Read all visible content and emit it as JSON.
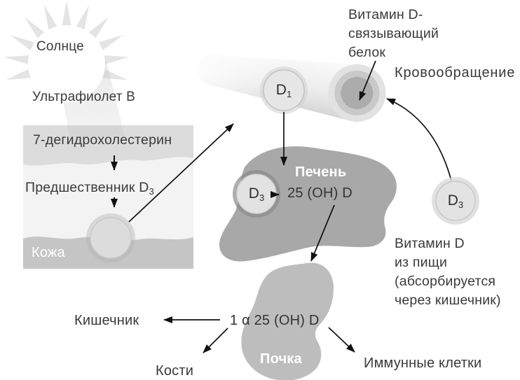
{
  "colors": {
    "text": "#3a3a3a",
    "arrow": "#111111",
    "sun_ray": "#e4e4e4",
    "skin_top_layer": "#dcdcdc",
    "skin_mid_layer": "#f3f3f3",
    "skin_deep_layer": "#c5c5c5",
    "liver": "#a8a8a8",
    "kidney": "#bdbdbd",
    "vitamin_circle": "#e3e3e3",
    "binding_protein": "#acacac",
    "white_label": "#ffffff"
  },
  "sun": {
    "label": "Солнце"
  },
  "uv": {
    "label": "Ультрафиолет B"
  },
  "skin": {
    "compound": "7-дегидрохолестерин",
    "precursor_main": "Предшественник D",
    "precursor_sub": "3",
    "label": "Кожа"
  },
  "vessel": {
    "d_main": "D",
    "d_sub": "1",
    "binding_protein_lines": [
      "Витамин D-",
      "связывающий",
      "белок"
    ],
    "circulation_label": "Кровообращение"
  },
  "liver": {
    "label": "Печень",
    "d_main": "D",
    "d_sub": "3",
    "metabolite": "25 (OH) D"
  },
  "dietary": {
    "d_main": "D",
    "d_sub": "3",
    "lines": [
      "Витамин D",
      "из пищи",
      "(абсорбируется",
      "через кишечник)"
    ]
  },
  "kidney": {
    "label": "Почка",
    "metabolite": "1 α 25 (OH) D"
  },
  "targets": {
    "intestine": "Кишечник",
    "bones": "Кости",
    "immune": "Иммунные клетки"
  }
}
